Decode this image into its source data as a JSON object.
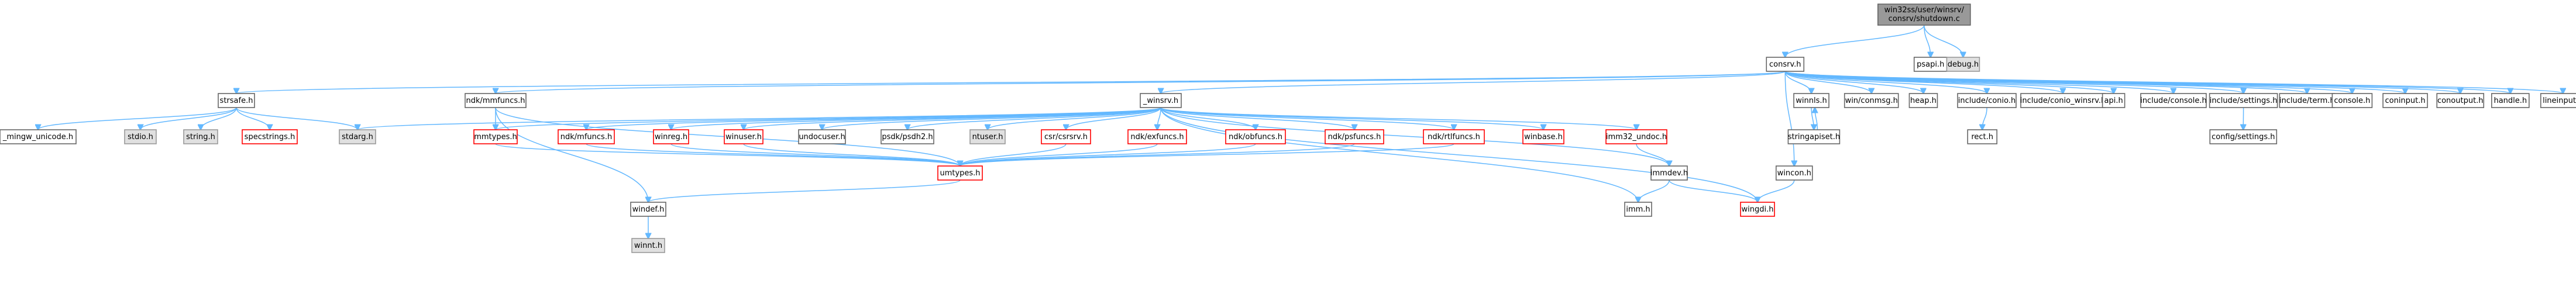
{
  "graph": {
    "title": "win32ss/user/winsrv/consrv/shutdown.c",
    "colors": {
      "edge": "#63b8ff",
      "root_fill": "#999999",
      "root_border": "#666666",
      "normal_fill": "#ffffff",
      "normal_border": "#666666",
      "missing_fill": "#ffffff",
      "missing_border": "#ff0000",
      "grey_fill": "#e0e0e0",
      "grey_border": "#999999"
    },
    "nodes": [
      {
        "id": "root",
        "label": "win32ss/user/winsrv/consrv/shutdown.c",
        "style": "root"
      },
      {
        "id": "consrv_h",
        "label": "consrv.h",
        "style": "normal"
      },
      {
        "id": "psapi_h",
        "label": "psapi.h",
        "style": "normal"
      },
      {
        "id": "debug_h",
        "label": "debug.h",
        "style": "grey"
      },
      {
        "id": "strsafe_h",
        "label": "strsafe.h",
        "style": "normal"
      },
      {
        "id": "ndk_mmfuncs_h",
        "label": "ndk/mmfuncs.h",
        "style": "normal"
      },
      {
        "id": "winsrv_h",
        "label": "_winsrv.h",
        "style": "normal"
      },
      {
        "id": "winnls_h",
        "label": "winnls.h",
        "style": "normal"
      },
      {
        "id": "wincon_h",
        "label": "wincon.h",
        "style": "normal"
      },
      {
        "id": "winconmsg_h",
        "label": "win/conmsg.h",
        "style": "normal"
      },
      {
        "id": "heap_h",
        "label": "heap.h",
        "style": "normal"
      },
      {
        "id": "include_conio_h",
        "label": "include/conio.h",
        "style": "normal"
      },
      {
        "id": "include_conio_winsrv_h",
        "label": "include/conio_winsrv.h",
        "style": "normal"
      },
      {
        "id": "api_h",
        "label": "api.h",
        "style": "normal"
      },
      {
        "id": "include_console_h",
        "label": "include/console.h",
        "style": "normal"
      },
      {
        "id": "include_settings_h",
        "label": "include/settings.h",
        "style": "normal"
      },
      {
        "id": "include_term_h",
        "label": "include/term.h",
        "style": "normal"
      },
      {
        "id": "console_h",
        "label": "console.h",
        "style": "normal"
      },
      {
        "id": "coninput_h",
        "label": "coninput.h",
        "style": "normal"
      },
      {
        "id": "conoutput_h",
        "label": "conoutput.h",
        "style": "normal"
      },
      {
        "id": "handle_h",
        "label": "handle.h",
        "style": "normal"
      },
      {
        "id": "lineinput_h",
        "label": "lineinput.h",
        "style": "normal"
      },
      {
        "id": "mingw_unicode_h",
        "label": "_mingw_unicode.h",
        "style": "normal"
      },
      {
        "id": "stdio_h",
        "label": "stdio.h",
        "style": "grey"
      },
      {
        "id": "string_h",
        "label": "string.h",
        "style": "grey"
      },
      {
        "id": "specstrings_h",
        "label": "specstrings.h",
        "style": "missing"
      },
      {
        "id": "stdarg_h",
        "label": "stdarg.h",
        "style": "grey"
      },
      {
        "id": "mmtypes_h",
        "label": "mmtypes.h",
        "style": "missing"
      },
      {
        "id": "ndk_mfuncs_h",
        "label": "ndk/mfuncs.h",
        "style": "missing"
      },
      {
        "id": "winreg_h",
        "label": "winreg.h",
        "style": "missing"
      },
      {
        "id": "winuser_h",
        "label": "winuser.h",
        "style": "missing"
      },
      {
        "id": "undocuser_h",
        "label": "undocuser.h",
        "style": "normal"
      },
      {
        "id": "psdk_h",
        "label": "psdk/psdh2.h",
        "style": "normal"
      },
      {
        "id": "ntuser_h",
        "label": "ntuser.h",
        "style": "grey"
      },
      {
        "id": "csrsrv_h",
        "label": "csr/csrsrv.h",
        "style": "missing"
      },
      {
        "id": "ndk_exfuncs_h",
        "label": "ndk/exfuncs.h",
        "style": "missing"
      },
      {
        "id": "ndk_obfuncs_h",
        "label": "ndk/obfuncs.h",
        "style": "missing"
      },
      {
        "id": "ndk_psfuncs_h",
        "label": "ndk/psfuncs.h",
        "style": "missing"
      },
      {
        "id": "ndk_rtlfuncs_h",
        "label": "ndk/rtlfuncs.h",
        "style": "missing"
      },
      {
        "id": "winbase_h",
        "label": "winbase.h",
        "style": "missing"
      },
      {
        "id": "imm32_undoc_h",
        "label": "imm32_undoc.h",
        "style": "missing"
      },
      {
        "id": "stringapiset_h",
        "label": "stringapiset.h",
        "style": "normal"
      },
      {
        "id": "rect_h",
        "label": "rect.h",
        "style": "normal"
      },
      {
        "id": "config_settings_h",
        "label": "config/settings.h",
        "style": "normal"
      },
      {
        "id": "umtypes_h",
        "label": "umtypes.h",
        "style": "missing"
      },
      {
        "id": "immdev_h",
        "label": "immdev.h",
        "style": "normal"
      },
      {
        "id": "windef_h",
        "label": "windef.h",
        "style": "normal"
      },
      {
        "id": "imm_h",
        "label": "imm.h",
        "style": "normal"
      },
      {
        "id": "wingdi_h",
        "label": "wingdi.h",
        "style": "missing"
      },
      {
        "id": "winnt_h",
        "label": "winnt.h",
        "style": "grey"
      }
    ],
    "edges": [
      [
        "root",
        "consrv_h"
      ],
      [
        "root",
        "psapi_h"
      ],
      [
        "root",
        "debug_h"
      ],
      [
        "consrv_h",
        "strsafe_h"
      ],
      [
        "consrv_h",
        "ndk_mmfuncs_h"
      ],
      [
        "consrv_h",
        "winsrv_h"
      ],
      [
        "consrv_h",
        "winnls_h"
      ],
      [
        "consrv_h",
        "wincon_h"
      ],
      [
        "consrv_h",
        "winconmsg_h"
      ],
      [
        "consrv_h",
        "heap_h"
      ],
      [
        "consrv_h",
        "include_conio_h"
      ],
      [
        "consrv_h",
        "include_conio_winsrv_h"
      ],
      [
        "consrv_h",
        "api_h"
      ],
      [
        "consrv_h",
        "include_console_h"
      ],
      [
        "consrv_h",
        "include_settings_h"
      ],
      [
        "consrv_h",
        "include_term_h"
      ],
      [
        "consrv_h",
        "console_h"
      ],
      [
        "consrv_h",
        "coninput_h"
      ],
      [
        "consrv_h",
        "conoutput_h"
      ],
      [
        "consrv_h",
        "handle_h"
      ],
      [
        "consrv_h",
        "lineinput_h"
      ],
      [
        "strsafe_h",
        "mingw_unicode_h"
      ],
      [
        "strsafe_h",
        "stdio_h"
      ],
      [
        "strsafe_h",
        "string_h"
      ],
      [
        "strsafe_h",
        "specstrings_h"
      ],
      [
        "strsafe_h",
        "stdarg_h"
      ],
      [
        "ndk_mmfuncs_h",
        "mmtypes_h"
      ],
      [
        "ndk_mmfuncs_h",
        "umtypes_h"
      ],
      [
        "ndk_mmfuncs_h",
        "windef_h"
      ],
      [
        "winsrv_h",
        "stdarg_h"
      ],
      [
        "winsrv_h",
        "mmtypes_h"
      ],
      [
        "winsrv_h",
        "ndk_mfuncs_h"
      ],
      [
        "winsrv_h",
        "winreg_h"
      ],
      [
        "winsrv_h",
        "winuser_h"
      ],
      [
        "winsrv_h",
        "undocuser_h"
      ],
      [
        "winsrv_h",
        "psdk_h"
      ],
      [
        "winsrv_h",
        "ntuser_h"
      ],
      [
        "winsrv_h",
        "csrsrv_h"
      ],
      [
        "winsrv_h",
        "ndk_exfuncs_h"
      ],
      [
        "winsrv_h",
        "ndk_obfuncs_h"
      ],
      [
        "winsrv_h",
        "ndk_psfuncs_h"
      ],
      [
        "winsrv_h",
        "ndk_rtlfuncs_h"
      ],
      [
        "winsrv_h",
        "winbase_h"
      ],
      [
        "winsrv_h",
        "imm32_undoc_h"
      ],
      [
        "winsrv_h",
        "immdev_h"
      ],
      [
        "winsrv_h",
        "imm_h"
      ],
      [
        "winsrv_h",
        "wingdi_h"
      ],
      [
        "winnls_h",
        "stringapiset_h"
      ],
      [
        "stringapiset_h",
        "winnls_h"
      ],
      [
        "wincon_h",
        "wingdi_h"
      ],
      [
        "include_conio_h",
        "rect_h"
      ],
      [
        "include_settings_h",
        "config_settings_h"
      ],
      [
        "mmtypes_h",
        "umtypes_h"
      ],
      [
        "ndk_mfuncs_h",
        "umtypes_h"
      ],
      [
        "winreg_h",
        "umtypes_h"
      ],
      [
        "winuser_h",
        "umtypes_h"
      ],
      [
        "csrsrv_h",
        "umtypes_h"
      ],
      [
        "ndk_exfuncs_h",
        "umtypes_h"
      ],
      [
        "ndk_obfuncs_h",
        "umtypes_h"
      ],
      [
        "ndk_psfuncs_h",
        "umtypes_h"
      ],
      [
        "ndk_rtlfuncs_h",
        "umtypes_h"
      ],
      [
        "umtypes_h",
        "windef_h"
      ],
      [
        "imm32_undoc_h",
        "immdev_h"
      ],
      [
        "immdev_h",
        "imm_h"
      ],
      [
        "immdev_h",
        "wingdi_h"
      ],
      [
        "windef_h",
        "winnt_h"
      ]
    ]
  }
}
